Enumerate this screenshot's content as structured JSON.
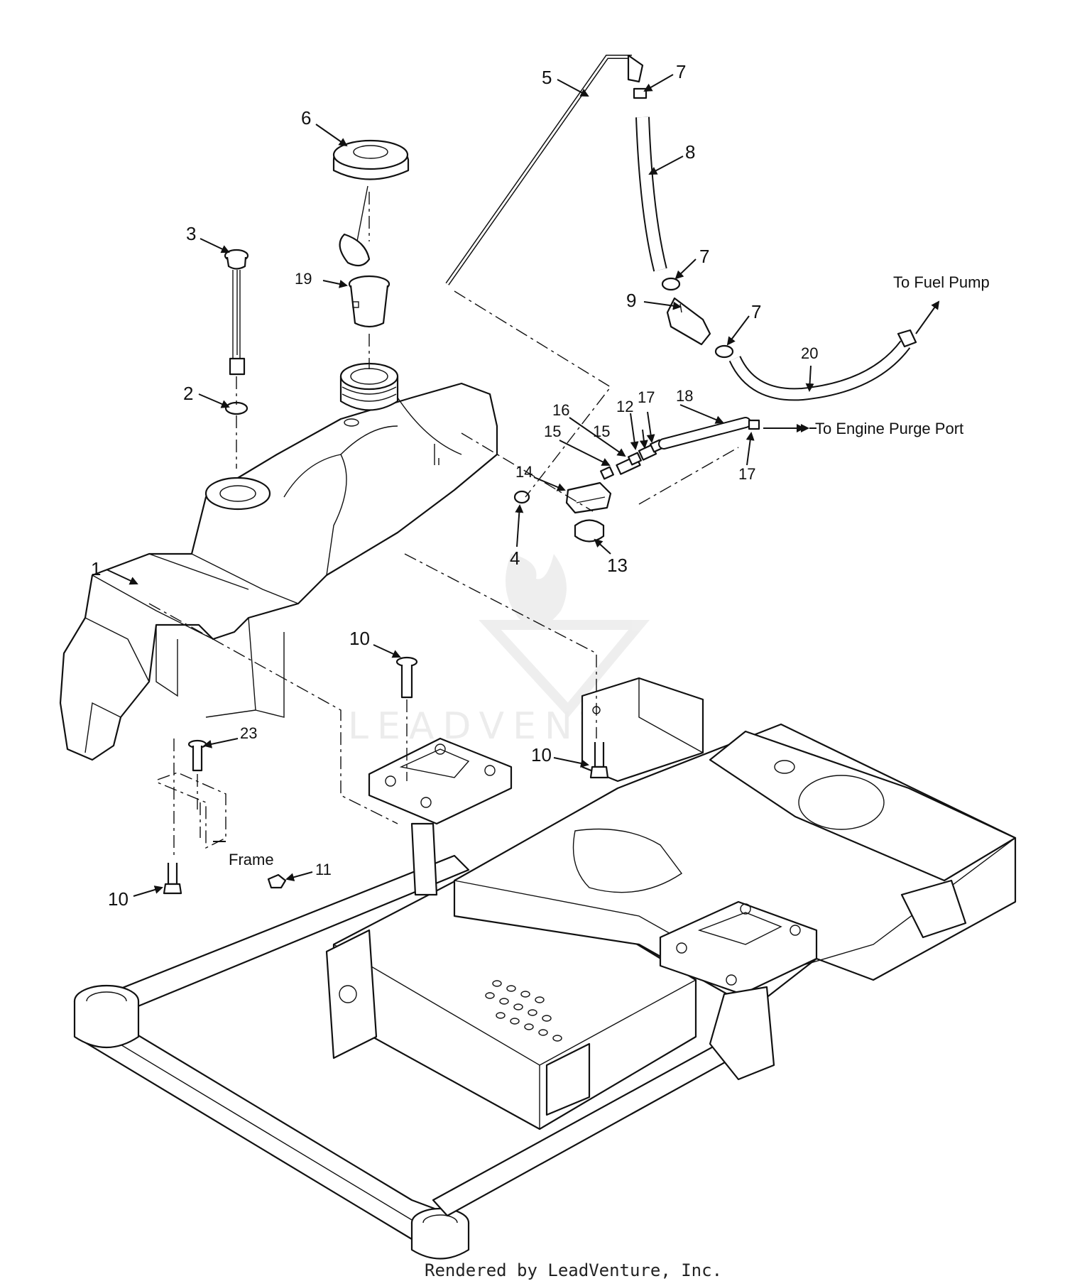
{
  "callouts": [
    {
      "id": "c1",
      "text": "1"
    },
    {
      "id": "c2",
      "text": "2"
    },
    {
      "id": "c3",
      "text": "3"
    },
    {
      "id": "c4",
      "text": "4"
    },
    {
      "id": "c5",
      "text": "5"
    },
    {
      "id": "c6",
      "text": "6"
    },
    {
      "id": "c7a",
      "text": "7"
    },
    {
      "id": "c7b",
      "text": "7"
    },
    {
      "id": "c7c",
      "text": "7"
    },
    {
      "id": "c8",
      "text": "8"
    },
    {
      "id": "c9",
      "text": "9"
    },
    {
      "id": "c10a",
      "text": "10"
    },
    {
      "id": "c10b",
      "text": "10"
    },
    {
      "id": "c10c",
      "text": "10"
    },
    {
      "id": "c11",
      "text": "11"
    },
    {
      "id": "c12",
      "text": "12"
    },
    {
      "id": "c13",
      "text": "13"
    },
    {
      "id": "c14",
      "text": "14"
    },
    {
      "id": "c15a",
      "text": "15"
    },
    {
      "id": "c15b",
      "text": "15"
    },
    {
      "id": "c16",
      "text": "16"
    },
    {
      "id": "c17a",
      "text": "17"
    },
    {
      "id": "c17b",
      "text": "17"
    },
    {
      "id": "c18",
      "text": "18"
    },
    {
      "id": "c19",
      "text": "19"
    },
    {
      "id": "c20",
      "text": "20"
    },
    {
      "id": "c23",
      "text": "23"
    }
  ],
  "notes": {
    "fuel_pump": "To Fuel Pump",
    "purge_port": "To Engine Purge Port",
    "frame": "Frame"
  },
  "watermark": "LEADVENTURE",
  "footer": "Rendered by LeadVenture, Inc."
}
